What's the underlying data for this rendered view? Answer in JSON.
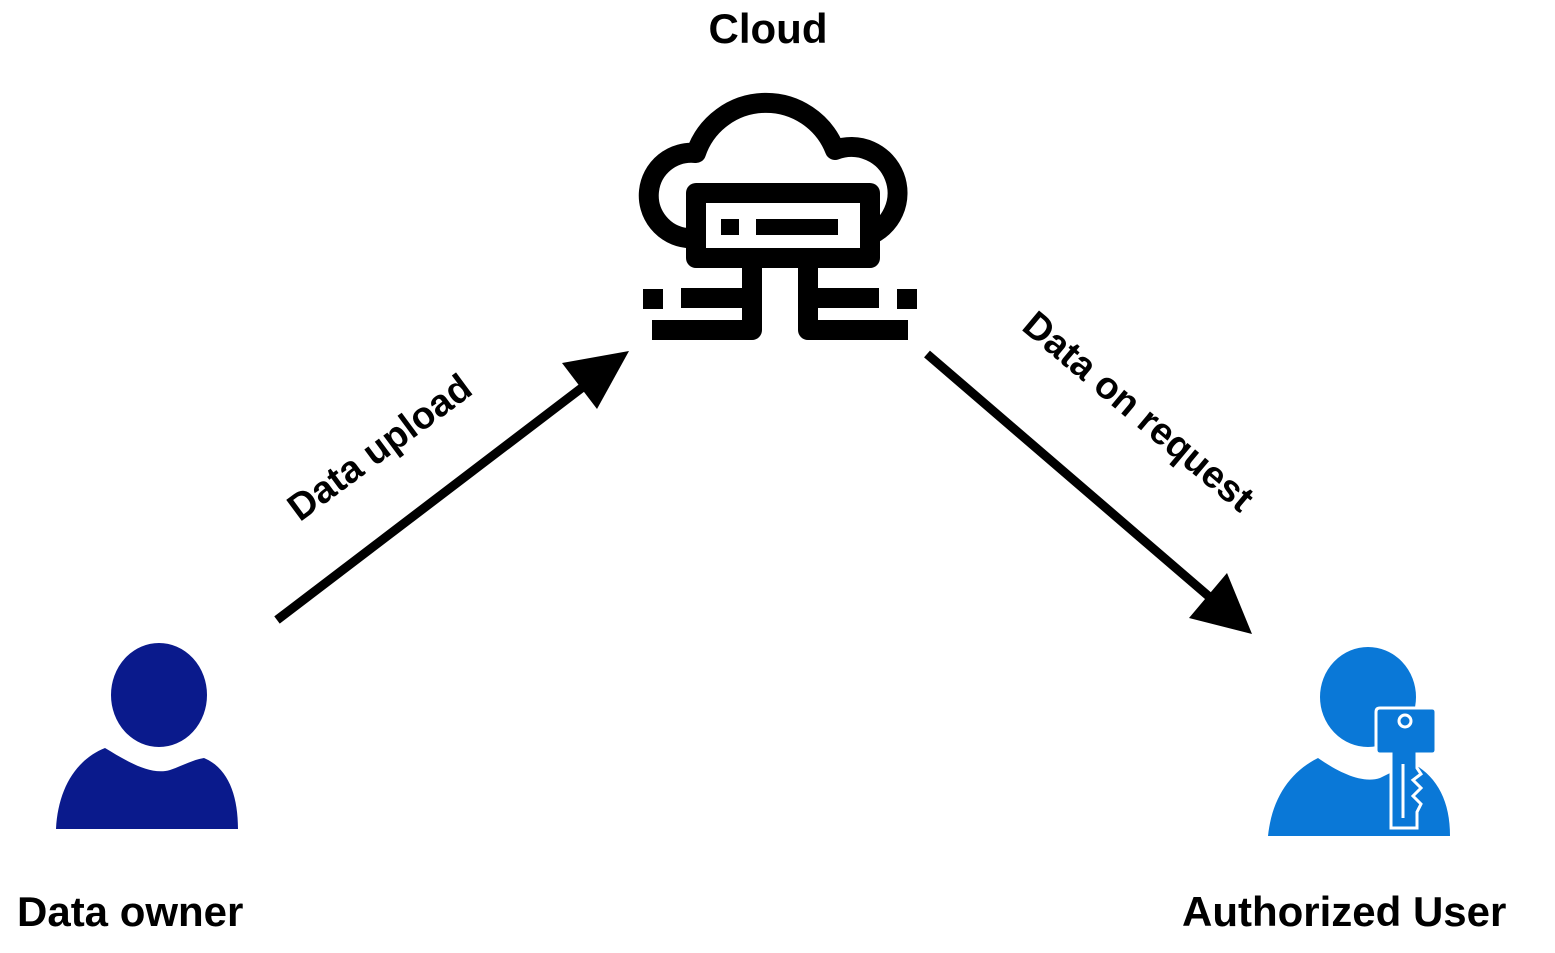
{
  "nodes": {
    "cloud": {
      "label": "Cloud",
      "icon": "cloud-server-icon"
    },
    "owner": {
      "label": "Data owner",
      "icon": "user-icon",
      "color": "#0a1a8c"
    },
    "user": {
      "label": "Authorized User",
      "icon": "user-key-icon",
      "color": "#0a78d7",
      "key_color": "#ffffff"
    }
  },
  "edges": [
    {
      "from": "owner",
      "to": "cloud",
      "label": "Data upload"
    },
    {
      "from": "cloud",
      "to": "user",
      "label": "Data on request"
    }
  ],
  "colors": {
    "stroke": "#000000",
    "background": "#ffffff"
  }
}
